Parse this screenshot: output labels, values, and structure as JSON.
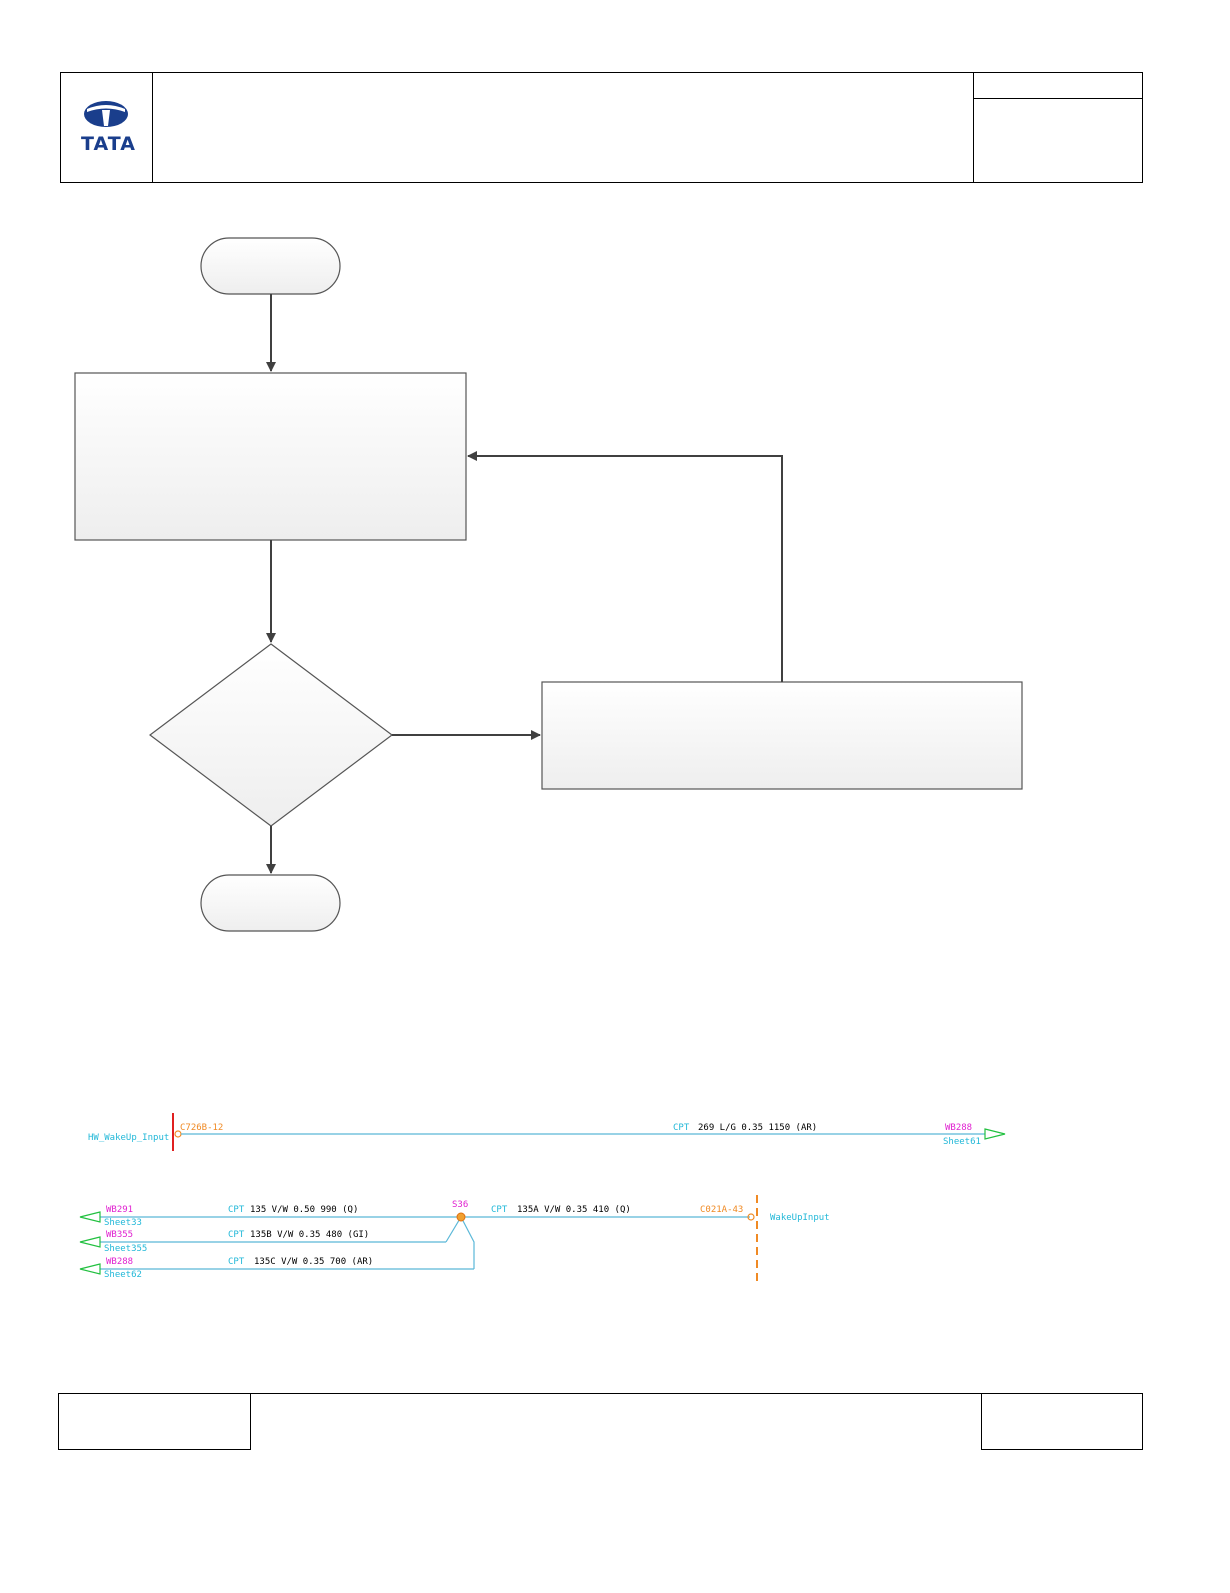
{
  "header": {
    "logo": {
      "icon": "tata-logo-icon",
      "text": "TATA",
      "color": "#1a3e8c"
    }
  },
  "schematic": {
    "top_row": {
      "left_signal": "HW_WakeUp_Input",
      "connector": "C726B-12",
      "wire_prefix": "CPT",
      "wire_spec": "269 L/G 0.35 1150 (AR)",
      "dest_wire": "WB288",
      "dest_sheet": "Sheet61"
    },
    "bottom_rows": [
      {
        "wire": "WB291",
        "sheet": "Sheet33",
        "prefix": "CPT",
        "spec": "135 V/W 0.50 990 (Q)"
      },
      {
        "wire": "WB355",
        "sheet": "Sheet355",
        "prefix": "CPT",
        "spec": "135B V/W 0.35 480 (GI)"
      },
      {
        "wire": "WB288",
        "sheet": "Sheet62",
        "prefix": "CPT",
        "spec": "135C V/W 0.35 700 (AR)"
      }
    ],
    "splice": "S36",
    "out_prefix": "CPT",
    "out_spec": "135A V/W 0.35 410 (Q)",
    "out_connector": "C021A-43",
    "out_signal": "WakeUpInput",
    "colors": {
      "wire": "#5bb8d8",
      "connector": "#f08a24",
      "wire_id": "#e020d0",
      "label": "#22b8d8",
      "arrow": "#22c040",
      "bar": "#e02020"
    }
  }
}
